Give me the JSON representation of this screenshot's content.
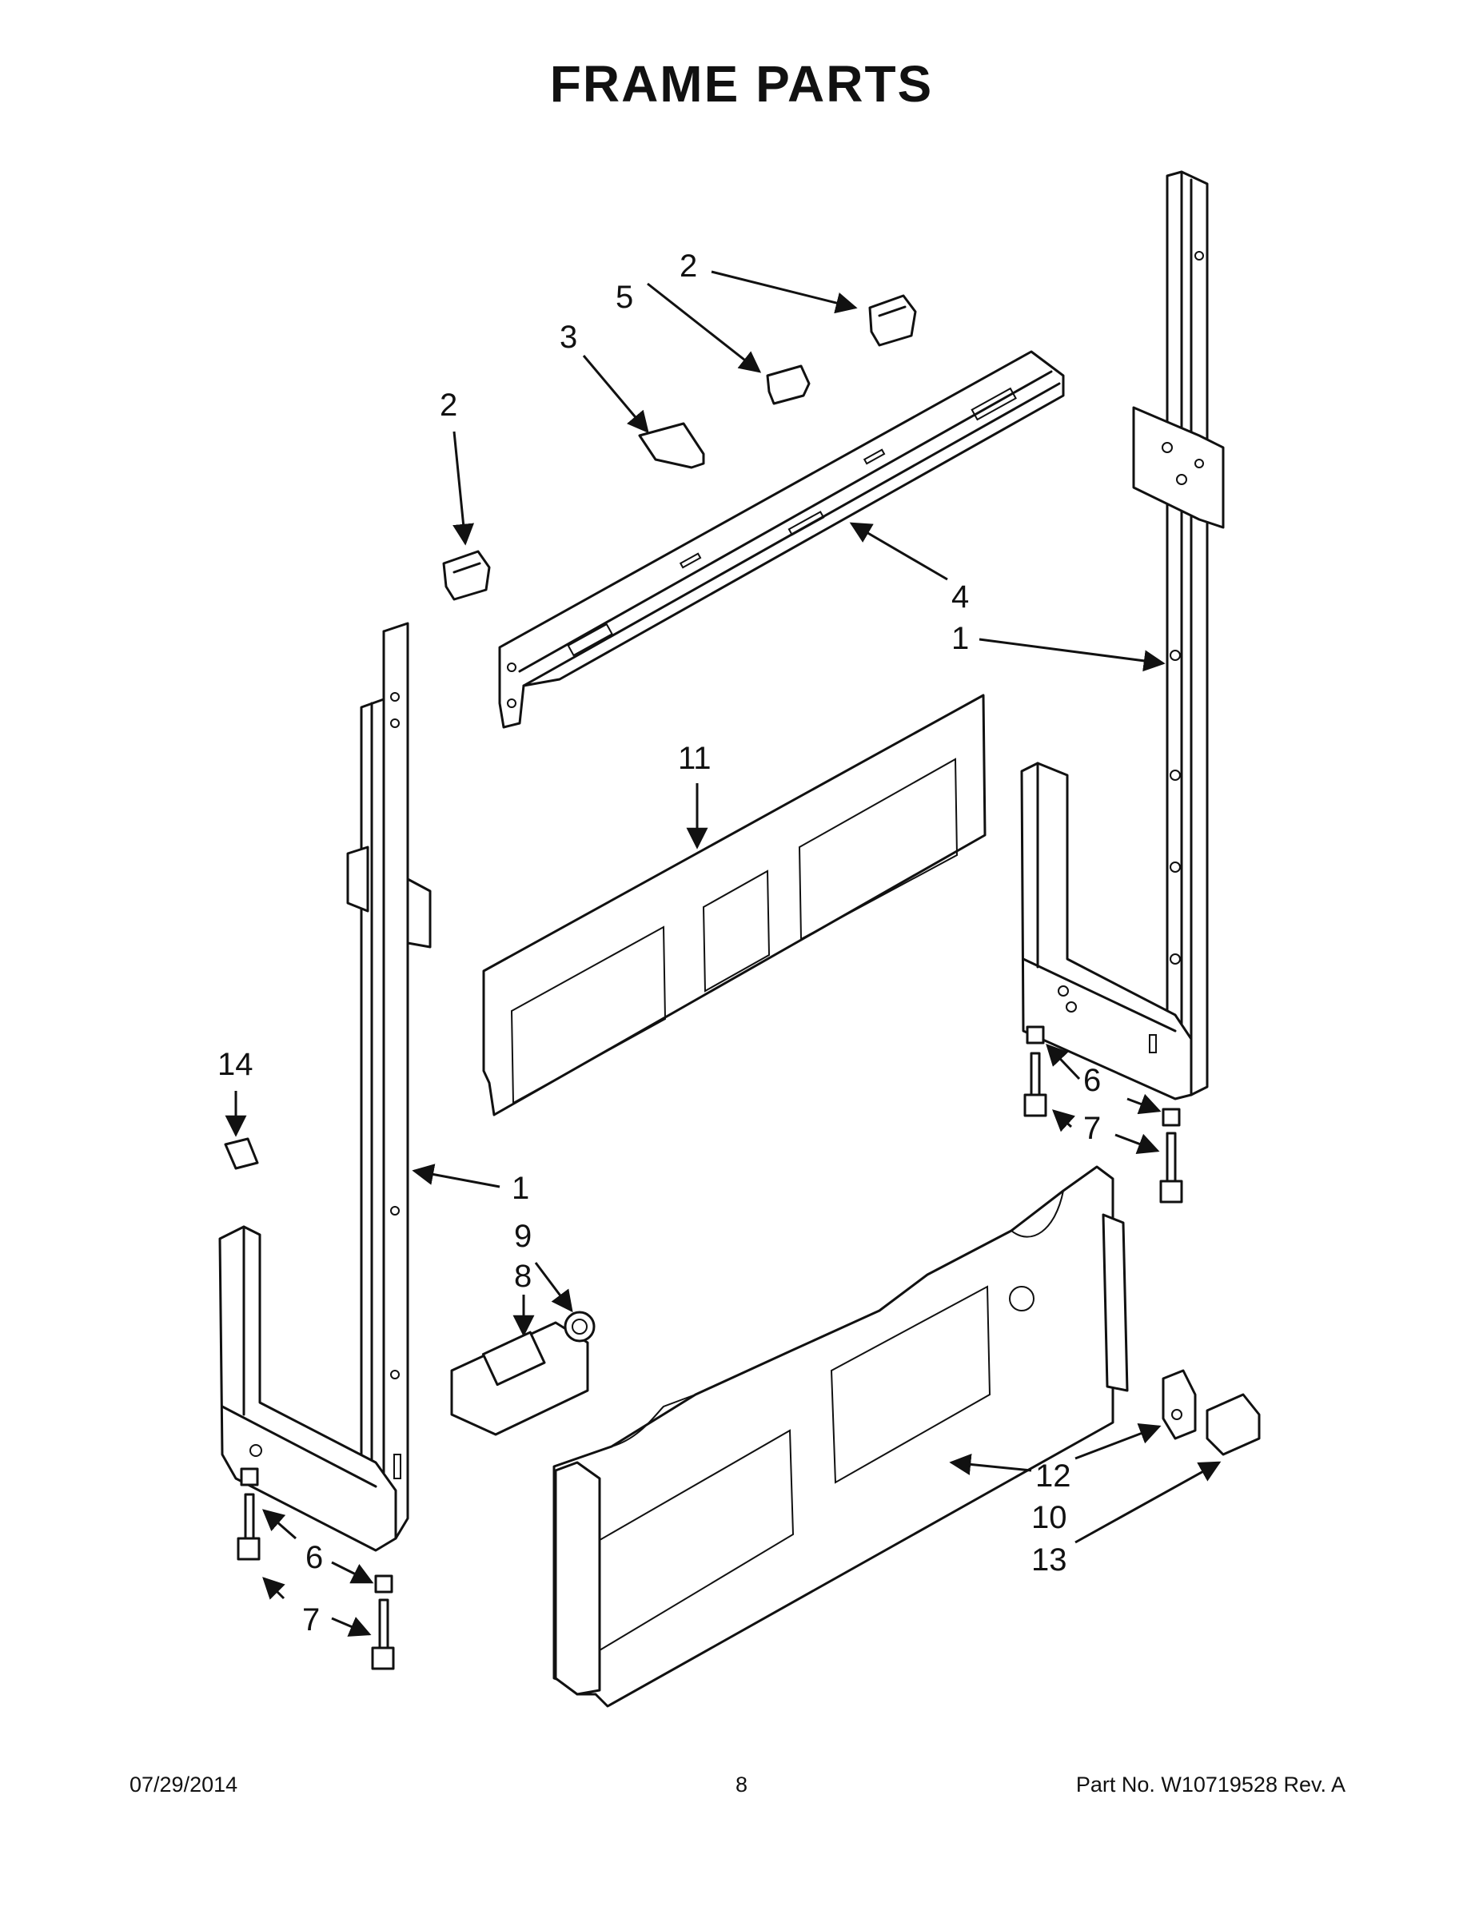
{
  "title": "FRAME PARTS",
  "footer": {
    "date": "07/29/2014",
    "page": "8",
    "part_number": "Part No.  W10719528  Rev.  A"
  },
  "callouts": {
    "c1a": "1",
    "c1b": "1",
    "c2a": "2",
    "c2b": "2",
    "c3": "3",
    "c4": "4",
    "c5": "5",
    "c6a": "6",
    "c6b": "6",
    "c7a": "7",
    "c7b": "7",
    "c8": "8",
    "c9": "9",
    "c10": "10",
    "c11": "11",
    "c12": "12",
    "c13": "13",
    "c14": "14"
  }
}
